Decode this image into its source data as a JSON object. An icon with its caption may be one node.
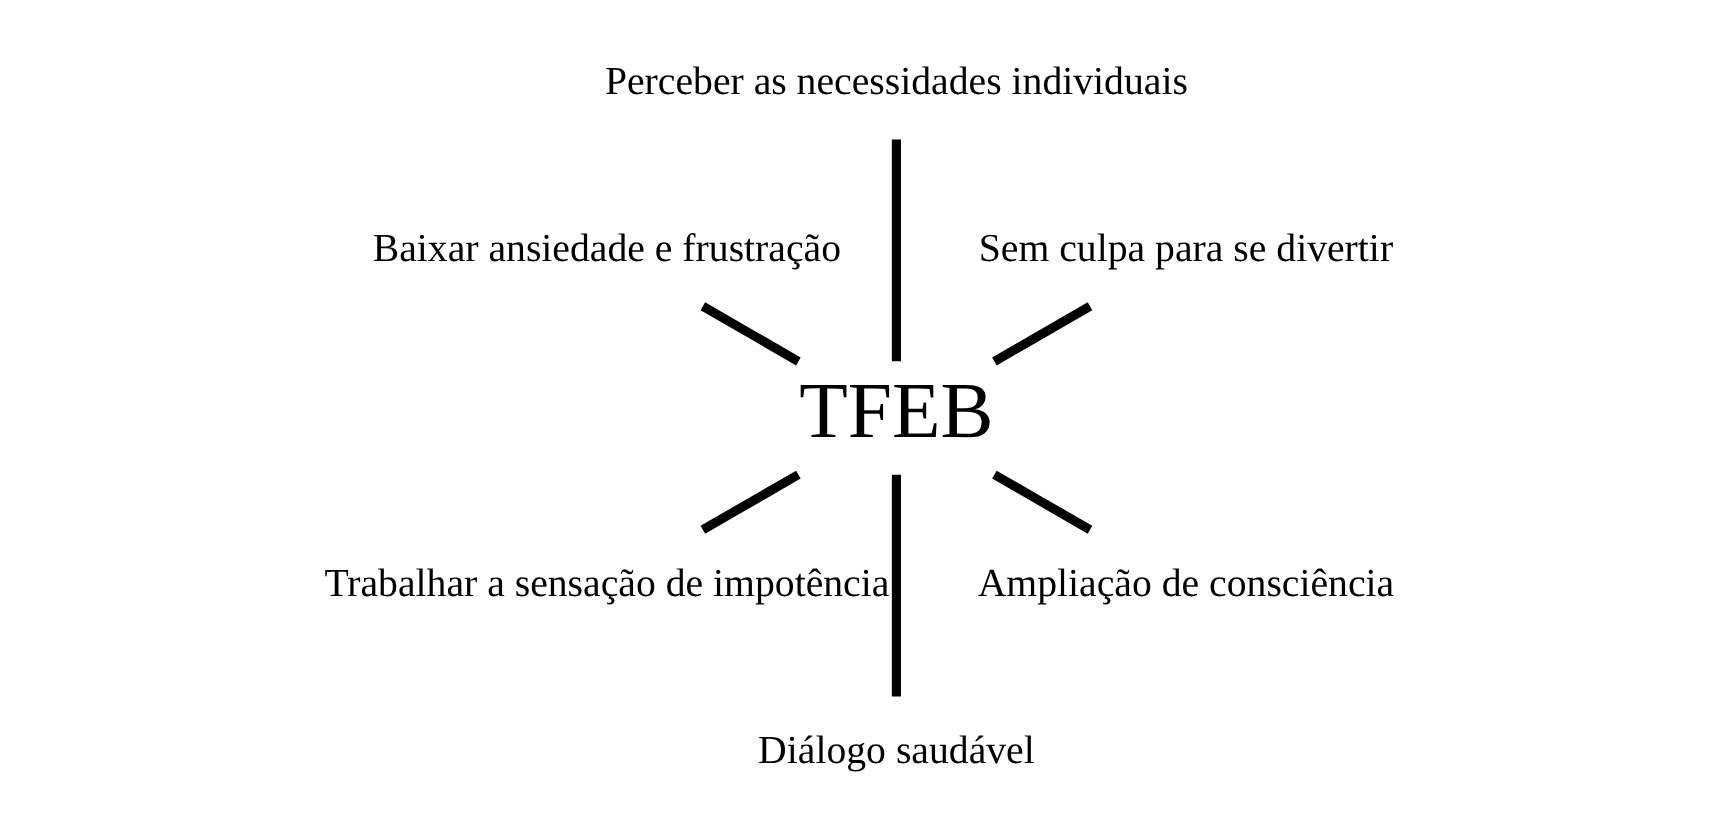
{
  "diagram": {
    "nodes": [
      {
        "text": [
          "TFEB"
        ]
      },
      {
        "text": [
          "Sem culpa para se divertir"
        ]
      },
      {
        "text": [
          "Perceber as necessidades individuais"
        ]
      },
      {
        "text": [
          "Baixar ansiedade e frustração"
        ]
      },
      {
        "text": [
          "Trabalhar a sensação de impotência"
        ]
      },
      {
        "text": [
          "Diálogo saudável"
        ]
      },
      {
        "text": [
          "Ampliação de consciência"
        ]
      }
    ],
    "edges": [
      {
        "from": 0,
        "to": 1,
        "arrow": "none"
      },
      {
        "from": 0,
        "to": 2,
        "arrow": "none"
      },
      {
        "from": 0,
        "to": 3,
        "arrow": "none"
      },
      {
        "from": 0,
        "to": 4,
        "arrow": "none"
      },
      {
        "from": 0,
        "to": 5,
        "arrow": "none"
      },
      {
        "from": 0,
        "to": 6,
        "arrow": "none"
      }
    ]
  }
}
